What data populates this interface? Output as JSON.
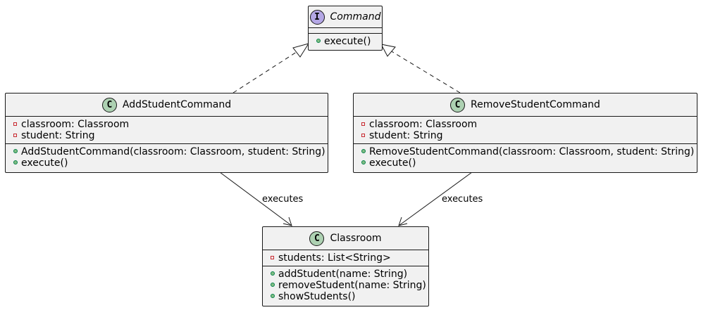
{
  "diagram": {
    "classes": {
      "command": {
        "stereotype_icon": "I",
        "name": "Command",
        "fields": [],
        "methods": [
          {
            "visibility": "public",
            "text": "execute()"
          }
        ]
      },
      "add": {
        "stereotype_icon": "C",
        "name": "AddStudentCommand",
        "fields": [
          {
            "visibility": "private",
            "text": "classroom: Classroom"
          },
          {
            "visibility": "private",
            "text": "student: String"
          }
        ],
        "methods": [
          {
            "visibility": "public",
            "text": "AddStudentCommand(classroom: Classroom, student: String)"
          },
          {
            "visibility": "public",
            "text": "execute()"
          }
        ]
      },
      "remove": {
        "stereotype_icon": "C",
        "name": "RemoveStudentCommand",
        "fields": [
          {
            "visibility": "private",
            "text": "classroom: Classroom"
          },
          {
            "visibility": "private",
            "text": "student: String"
          }
        ],
        "methods": [
          {
            "visibility": "public",
            "text": "RemoveStudentCommand(classroom: Classroom, student: String)"
          },
          {
            "visibility": "public",
            "text": "execute()"
          }
        ]
      },
      "classroom": {
        "stereotype_icon": "C",
        "name": "Classroom",
        "fields": [
          {
            "visibility": "private",
            "text": "students: List<String>"
          }
        ],
        "methods": [
          {
            "visibility": "public",
            "text": "addStudent(name: String)"
          },
          {
            "visibility": "public",
            "text": "removeStudent(name: String)"
          },
          {
            "visibility": "public",
            "text": "showStudents()"
          }
        ]
      }
    },
    "relations": {
      "add_executes": "executes",
      "remove_executes": "executes"
    },
    "colors": {
      "box_fill": "#f1f1f1",
      "border": "#181818",
      "class_badge": "#add1b2",
      "interface_badge": "#b4a7e5",
      "private_marker": "#c82930",
      "public_marker": "#84be84"
    }
  }
}
